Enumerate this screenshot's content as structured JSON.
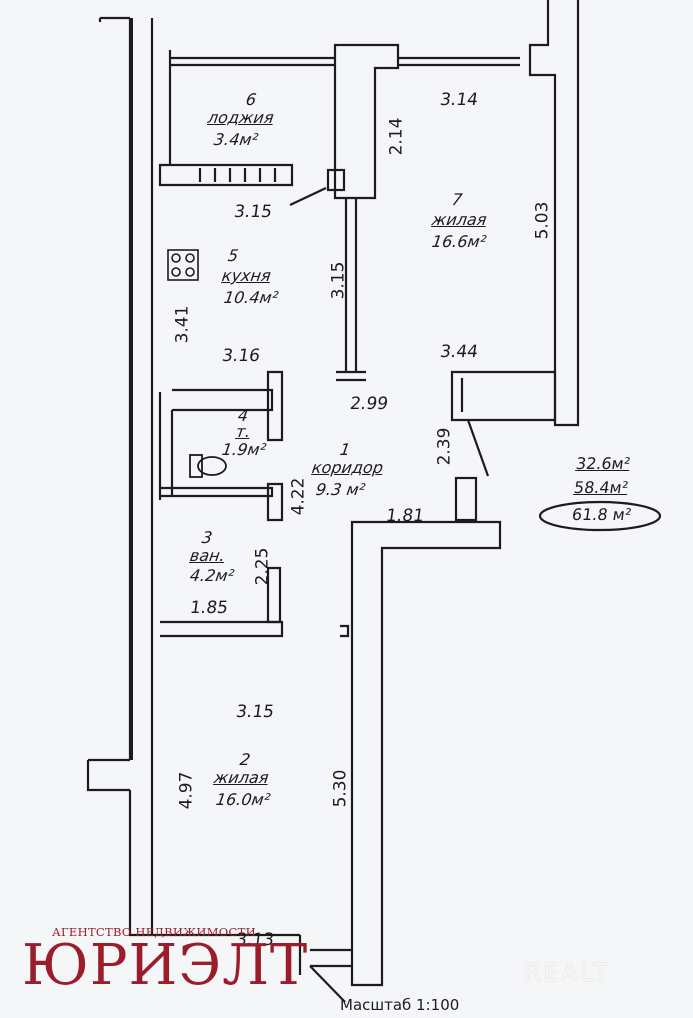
{
  "rooms": [
    {
      "id": "loggia",
      "number": "6",
      "name": "лоджия",
      "area": "3.4м²"
    },
    {
      "id": "living7",
      "number": "7",
      "name": "жилая",
      "area": "16.6м²"
    },
    {
      "id": "kitchen",
      "number": "5",
      "name": "кухня",
      "area": "10.4м²"
    },
    {
      "id": "toilet",
      "number": "4",
      "name": "т.",
      "area": "1.9м²"
    },
    {
      "id": "corridor",
      "number": "1",
      "name": "коридор",
      "area": "9.3 м²"
    },
    {
      "id": "bath",
      "number": "3",
      "name": "ван.",
      "area": "4.2м²"
    },
    {
      "id": "living2",
      "number": "2",
      "name": "жилая",
      "area": "16.0м²"
    }
  ],
  "dimensions": {
    "d_314_top": "3.14",
    "d_214": "2.14",
    "d_315_kitchen": "3.15",
    "d_315_corridor": "3.15",
    "d_503": "5.03",
    "d_341": "3.41",
    "d_316": "3.16",
    "d_344": "3.44",
    "d_299": "2.99",
    "d_239": "2.39",
    "d_422": "4.22",
    "d_181": "1.81",
    "d_225": "2.25",
    "d_185": "1.85",
    "d_315_living": "3.15",
    "d_497": "4.97",
    "d_530": "5.30",
    "d_313": "3.13"
  },
  "totals": {
    "living": "32.6м²",
    "useful": "58.4м²",
    "total": "61.8 м²"
  },
  "scale": "Масштаб 1:100",
  "branding": {
    "agency_tagline": "АГЕНТСТВО НЕДВИЖИМОСТИ",
    "agency_name": "ЮРИЭЛТ",
    "watermark": "REALT",
    "brand_color": "#9b1c2a"
  },
  "colors": {
    "wall": "#1c1c1e",
    "paper": "#f4f6f8"
  }
}
